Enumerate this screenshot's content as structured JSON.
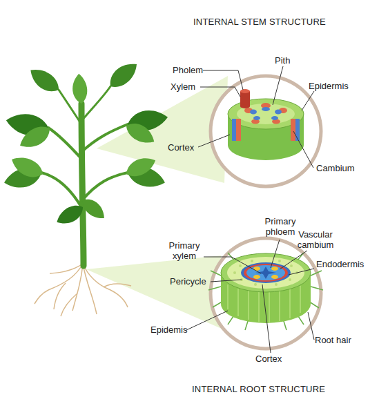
{
  "diagram": {
    "labels": [
      "INTERNAL STEM STRUCTURE",
      "Pholem",
      "Pith",
      "Xylem",
      "Epidermis",
      "Cortex",
      "Cambium",
      "Primary phloem",
      "Vascular cambium",
      "Primary xylem",
      "Endodermis",
      "Pericycle",
      "Epidemis",
      "Root hair",
      "Cortex",
      "INTERNAL ROOT STRUCTURE"
    ]
  }
}
